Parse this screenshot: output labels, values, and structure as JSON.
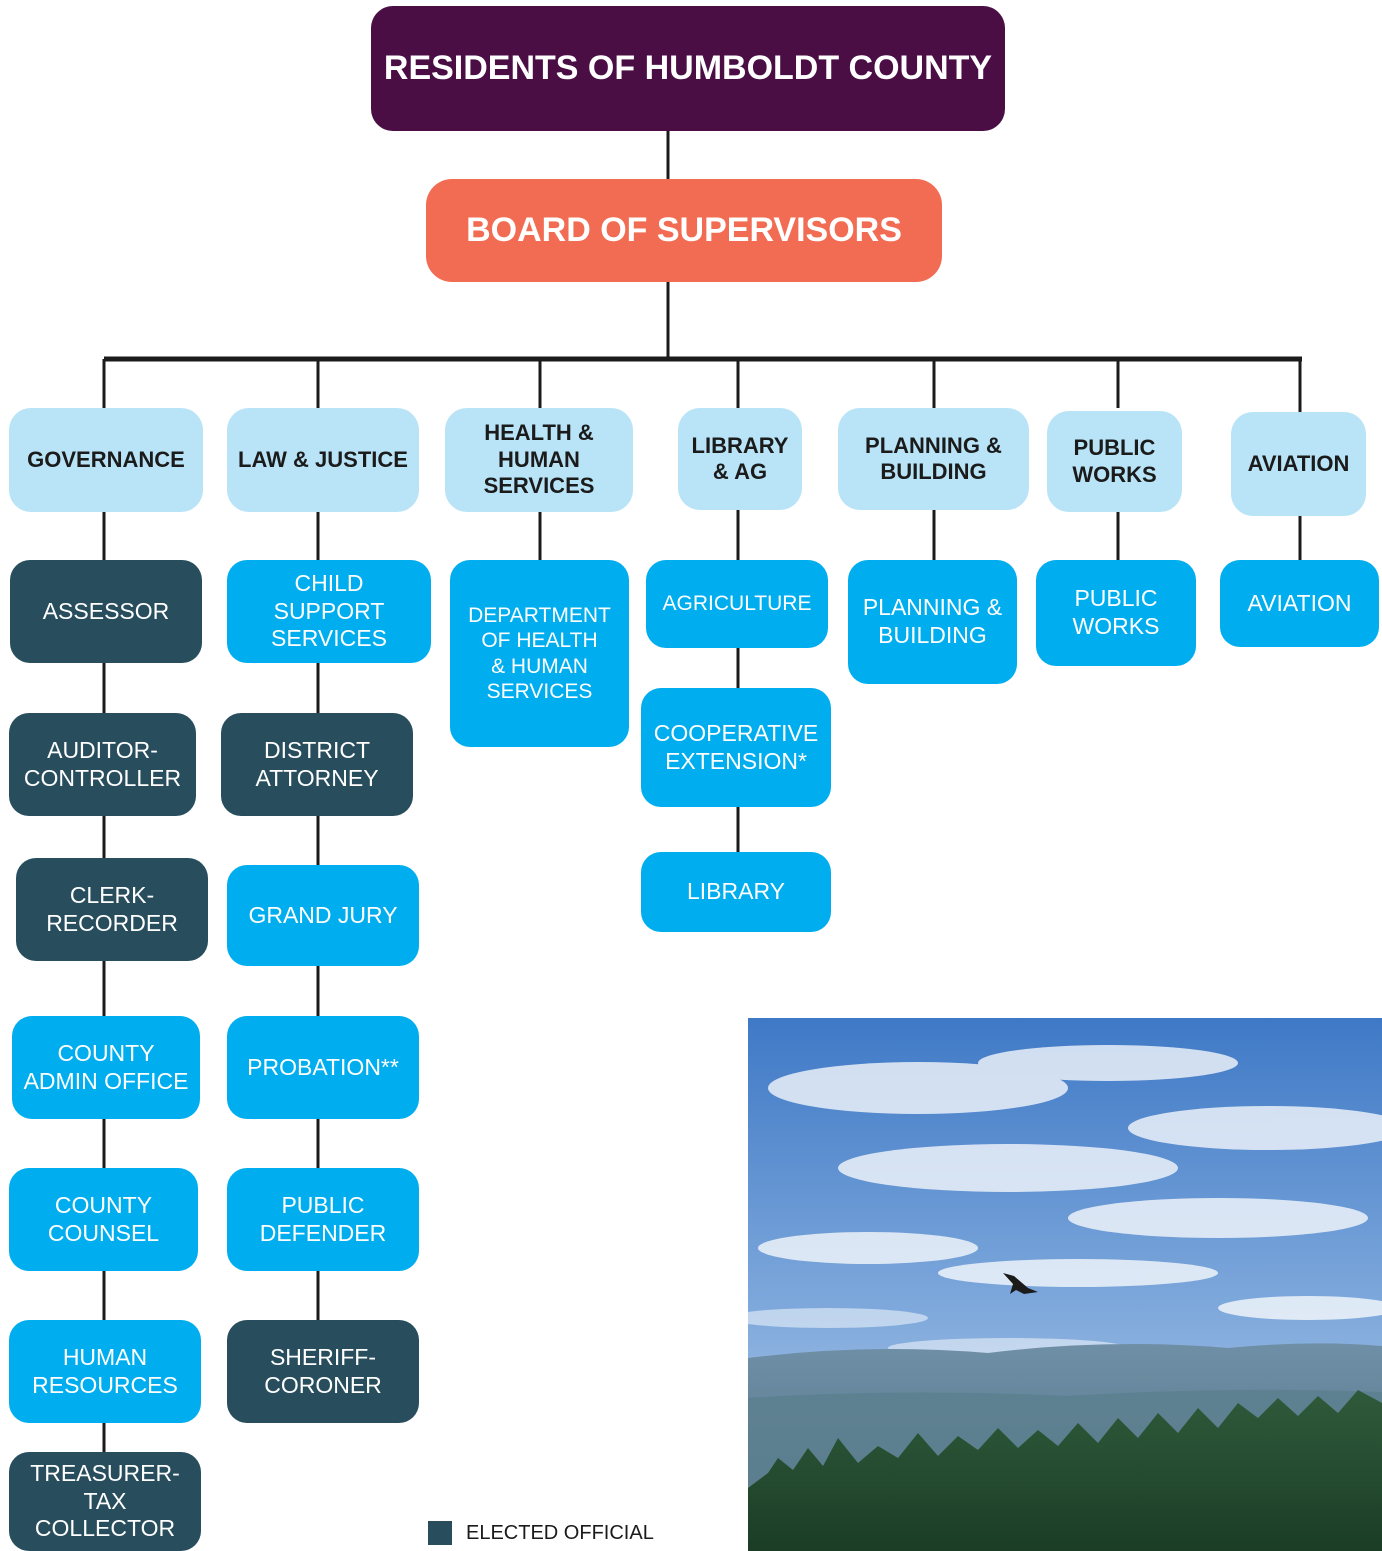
{
  "top": "RESIDENTS OF HUMBOLDT COUNTY",
  "board": "BOARD OF SUPERVISORS",
  "categories": {
    "governance": "GOVERNANCE",
    "law_justice": "LAW & JUSTICE",
    "health": "HEALTH &\nHUMAN\nSERVICES",
    "library_ag": "LIBRARY\n& AG",
    "planning": "PLANNING &\nBUILDING",
    "public_works": "PUBLIC\nWORKS",
    "aviation": "AVIATION"
  },
  "departments": {
    "assessor": "ASSESSOR",
    "auditor": "AUDITOR-\nCONTROLLER",
    "clerk": "CLERK-\nRECORDER",
    "cao": "COUNTY\nADMIN OFFICE",
    "counsel": "COUNTY\nCOUNSEL",
    "hr": "HUMAN\nRESOURCES",
    "treasurer": "TREASURER-\nTAX COLLECTOR",
    "child_support": "CHILD\nSUPPORT\nSERVICES",
    "da": "DISTRICT\nATTORNEY",
    "grand_jury": "GRAND JURY",
    "probation": "PROBATION**",
    "defender": "PUBLIC\nDEFENDER",
    "sheriff": "SHERIFF-\nCORONER",
    "dhhs": "DEPARTMENT\nOF HEALTH\n& HUMAN\nSERVICES",
    "agriculture": "AGRICULTURE",
    "extension": "COOPERATIVE\nEXTENSION*",
    "library": "LIBRARY",
    "planning_building": "PLANNING &\nBUILDING",
    "public_works": "PUBLIC\nWORKS",
    "aviation": "AVIATION"
  },
  "legend": {
    "elected": "ELECTED OFFICIAL"
  },
  "colors": {
    "top": "#4a0e45",
    "board": "#f26c53",
    "category": "#b9e4f8",
    "department": "#00aeef",
    "elected": "#284e5e"
  }
}
